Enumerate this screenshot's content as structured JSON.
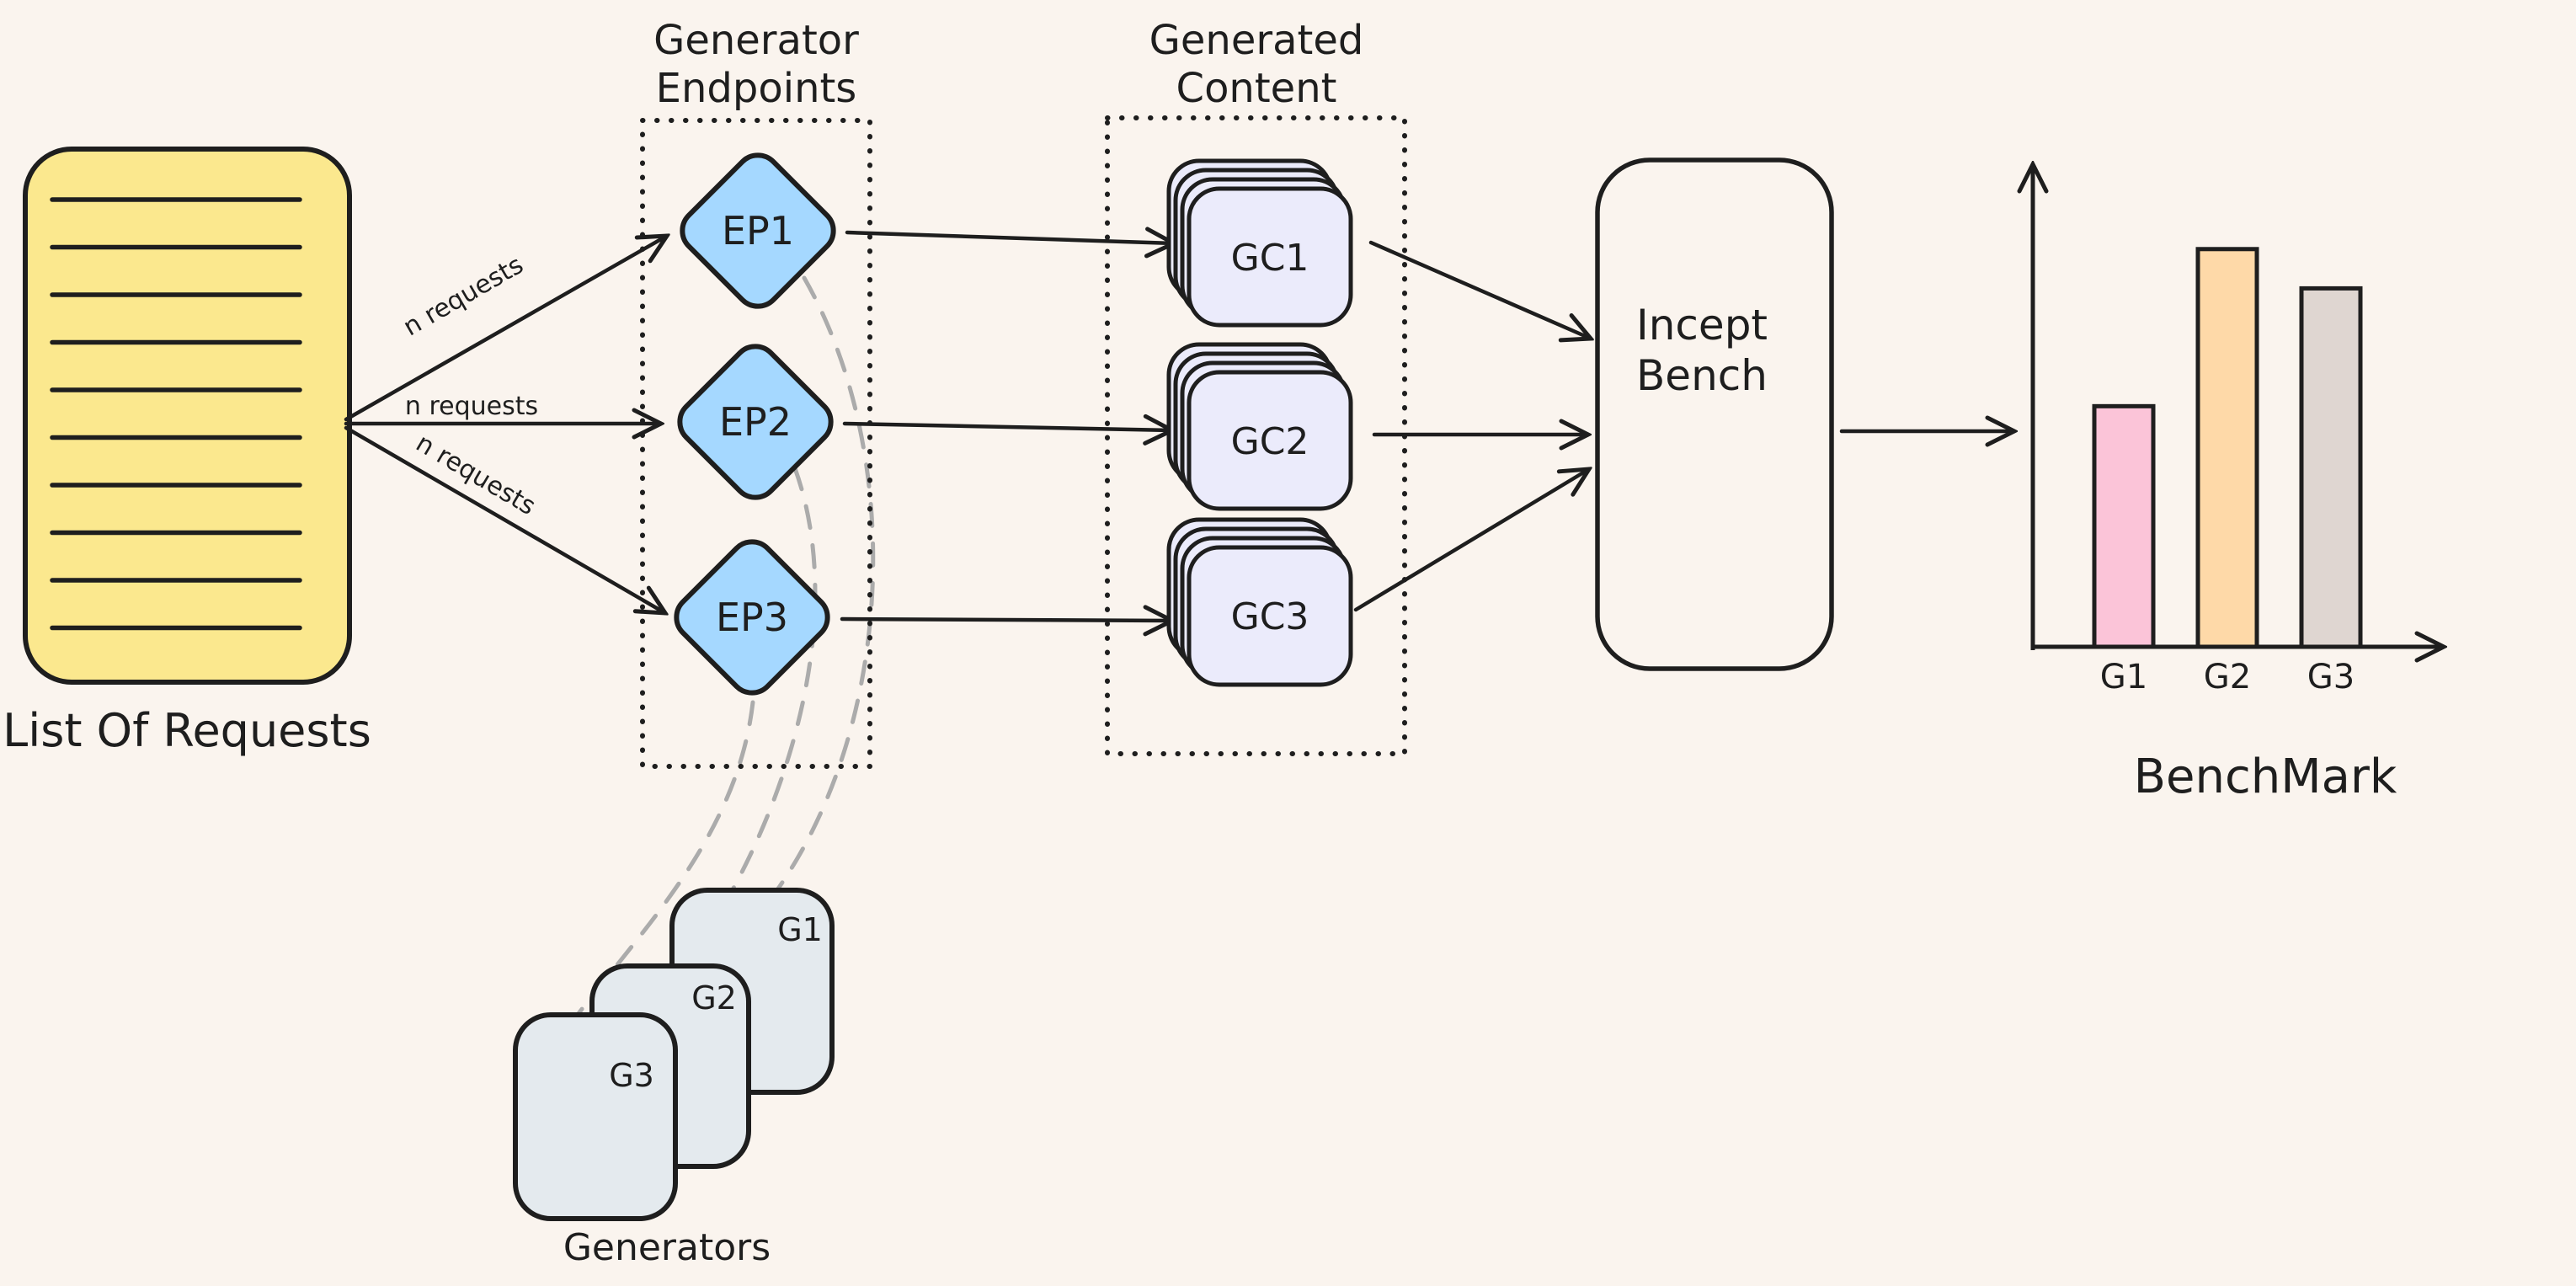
{
  "colors": {
    "bg": "#faf4ee",
    "ink": "#1e1e1e",
    "note-yellow": "#fbe88e",
    "ep-blue": "#a5d8ff",
    "gc-lavender": "#ebebfb",
    "gen-gray": "#e4eaee",
    "link-gray": "#ababab",
    "bar-g1": "#fbc4d8",
    "bar-g2": "#fed9a8",
    "bar-g3": "#dfd6d1"
  },
  "request_note": {
    "label": "List Of Requests",
    "line_count": 10
  },
  "request_arrows": {
    "labels": [
      "n requests",
      "n requests",
      "n requests"
    ]
  },
  "endpoints_group": {
    "title_line1": "Generator",
    "title_line2": "Endpoints",
    "items": [
      {
        "label": "EP1"
      },
      {
        "label": "EP2"
      },
      {
        "label": "EP3"
      }
    ]
  },
  "generated_group": {
    "title_line1": "Generated",
    "title_line2": "Content",
    "items": [
      {
        "label": "GC1"
      },
      {
        "label": "GC2"
      },
      {
        "label": "GC3"
      }
    ]
  },
  "bench": {
    "title_line1": "Incept",
    "title_line2": "Bench"
  },
  "generators_group": {
    "label": "Generators",
    "cards": [
      {
        "label": "G1"
      },
      {
        "label": "G2"
      },
      {
        "label": "G3"
      }
    ]
  },
  "chart_data": {
    "type": "bar",
    "title": "BenchMark",
    "categories": [
      "G1",
      "G2",
      "G3"
    ],
    "values": [
      49,
      81,
      73
    ],
    "xlabel": "",
    "ylabel": "",
    "ylim": [
      0,
      100
    ],
    "grid": false,
    "legend": false,
    "bar_colors": [
      "#fbc4d8",
      "#fed9a8",
      "#dfd6d1"
    ]
  }
}
